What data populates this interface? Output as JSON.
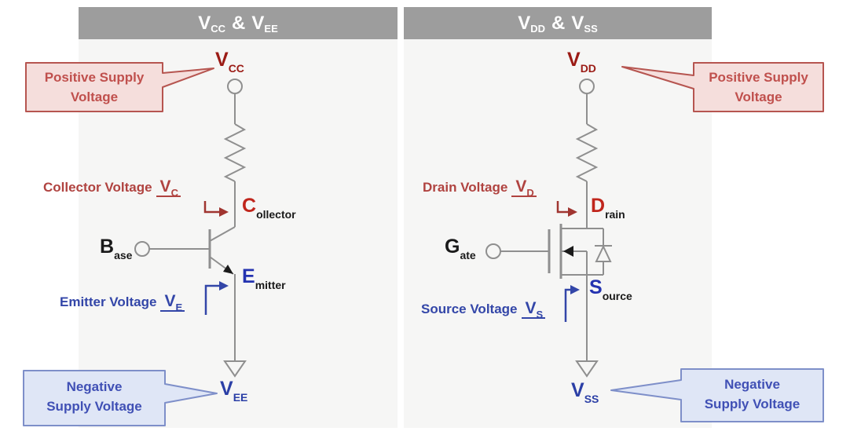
{
  "colors": {
    "header_bg": "#9d9d9d",
    "panel_bg": "#f6f6f5",
    "wire_gray": "#8f8f8f",
    "positive_red": "#9b1b15",
    "node_red": "#c0261c",
    "annotation_red": "#b04340",
    "callout_red_fill": "#f5dedc",
    "callout_red_border": "#b65550",
    "negative_blue": "#2b3fa6",
    "node_blue": "#2433b0",
    "annotation_blue": "#3346a8",
    "callout_blue_fill": "#dfe6f6",
    "callout_blue_border": "#7e8fc9"
  },
  "left_panel": {
    "header": {
      "v1": "V",
      "v1_sub": "CC",
      "amp": "&",
      "v2": "V",
      "v2_sub": "EE"
    },
    "positive_callout": {
      "line1": "Positive Supply",
      "line2": "Voltage"
    },
    "negative_callout": {
      "line1": "Negative",
      "line2": "Supply Voltage"
    },
    "top_terminal": {
      "letter": "V",
      "sub": "CC"
    },
    "bottom_terminal": {
      "letter": "V",
      "sub": "EE"
    },
    "collector_annotation": {
      "label": "Collector Voltage",
      "v": "V",
      "v_sub": "C"
    },
    "emitter_annotation": {
      "label": "Emitter Voltage",
      "v": "V",
      "v_sub": "E"
    },
    "collector_node": {
      "letter": "C",
      "sub": "ollector"
    },
    "base_node": {
      "letter": "B",
      "sub": "ase"
    },
    "emitter_node": {
      "letter": "E",
      "sub": "mitter"
    }
  },
  "right_panel": {
    "header": {
      "v1": "V",
      "v1_sub": "DD",
      "amp": "&",
      "v2": "V",
      "v2_sub": "SS"
    },
    "positive_callout": {
      "line1": "Positive Supply",
      "line2": "Voltage"
    },
    "negative_callout": {
      "line1": "Negative",
      "line2": "Supply Voltage"
    },
    "top_terminal": {
      "letter": "V",
      "sub": "DD"
    },
    "bottom_terminal": {
      "letter": "V",
      "sub": "SS"
    },
    "drain_annotation": {
      "label": "Drain Voltage",
      "v": "V",
      "v_sub": "D"
    },
    "source_annotation": {
      "label": "Source Voltage",
      "v": "V",
      "v_sub": "S"
    },
    "drain_node": {
      "letter": "D",
      "sub": "rain"
    },
    "gate_node": {
      "letter": "G",
      "sub": "ate"
    },
    "source_node": {
      "letter": "S",
      "sub": "ource"
    }
  }
}
